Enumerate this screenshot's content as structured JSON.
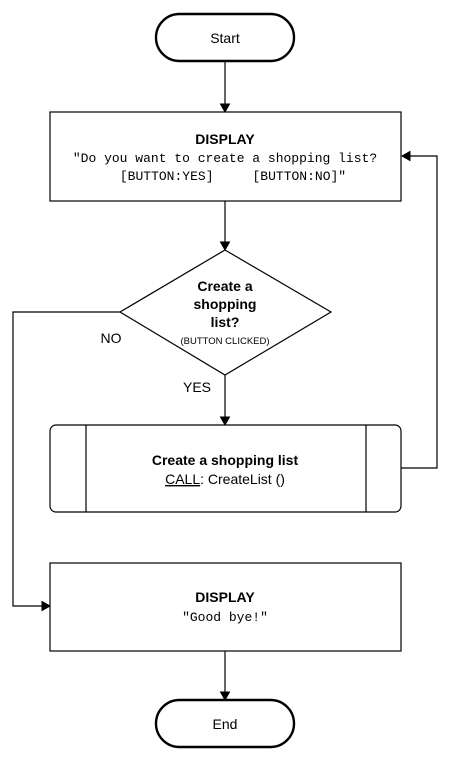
{
  "flowchart": {
    "start": {
      "label": "Start"
    },
    "display_prompt": {
      "title": "DISPLAY",
      "line1": "\"Do you want to create a shopping list?",
      "line2": "[BUTTON:YES]     [BUTTON:NO]\""
    },
    "decision": {
      "line1": "Create a",
      "line2": "shopping",
      "line3": "list?",
      "note": "(BUTTON CLICKED)"
    },
    "edge_labels": {
      "no": "NO",
      "yes": "YES"
    },
    "subprocess": {
      "title": "Create a shopping list",
      "call_keyword": "CALL",
      "call_rest": ": CreateList ()"
    },
    "display_goodbye": {
      "title": "DISPLAY",
      "line1": "\"Good bye!\""
    },
    "end": {
      "label": "End"
    }
  },
  "colors": {
    "stroke": "#000000",
    "fill": "#ffffff",
    "text": "#000000"
  }
}
